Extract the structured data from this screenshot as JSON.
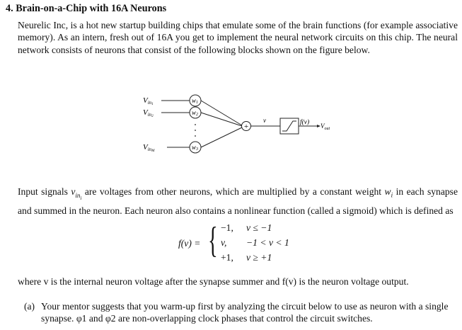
{
  "title": "4. Brain-on-a-Chip with 16A Neurons",
  "para1": "Neurelic Inc, is a hot new startup building chips that emulate some of the brain functions (for example associative memory). As an intern, fresh out of 16A you get to implement the neural network circuits on this chip. The neural network consists of neurons that consist of the following blocks shown on the figure below.",
  "figure": {
    "input1": "V",
    "input1_sub": "in",
    "input1_subsub": "1",
    "input2": "V",
    "input2_sub": "in",
    "input2_subsub": "2",
    "inputM": "V",
    "inputM_sub": "in",
    "inputM_subsub": "M",
    "w1": "w",
    "w1_sub": "1",
    "w2": "w",
    "w2_sub": "2",
    "w3": "w",
    "w3_sub": "3",
    "summer": "+",
    "v_label": "v",
    "f_label": "f(v)",
    "vout": "V",
    "vout_sub": "out"
  },
  "para2": "Input signals v_in_i are voltages from other neurons, which are multiplied by a constant weight w_i in each synapse and summed in the neuron. Each neuron also contains a nonlinear function (called a sigmoid) which is defined as",
  "para2_parts": {
    "a": "Input signals ",
    "b": " are voltages from other neurons, which are multiplied by a constant weight ",
    "c": " in each synapse and summed in the neuron. Each neuron also contains a nonlinear function (called a sigmoid) which is defined as"
  },
  "equation": {
    "lhs": "f(v) =",
    "rows": [
      {
        "value": "−1,",
        "cond": "v ≤ −1"
      },
      {
        "value": "v,",
        "cond": "−1 < v < 1"
      },
      {
        "value": "+1,",
        "cond": "v ≥ +1"
      }
    ]
  },
  "para3": "where v is the internal neuron voltage after the synapse summer and f(v) is the neuron voltage output.",
  "item_a": {
    "label": "(a)",
    "text": "Your mentor suggests that you warm-up first by analyzing the circuit below to use as neuron with a single synapse. φ1 and φ2 are non-overlapping clock phases that control the circuit switches."
  }
}
